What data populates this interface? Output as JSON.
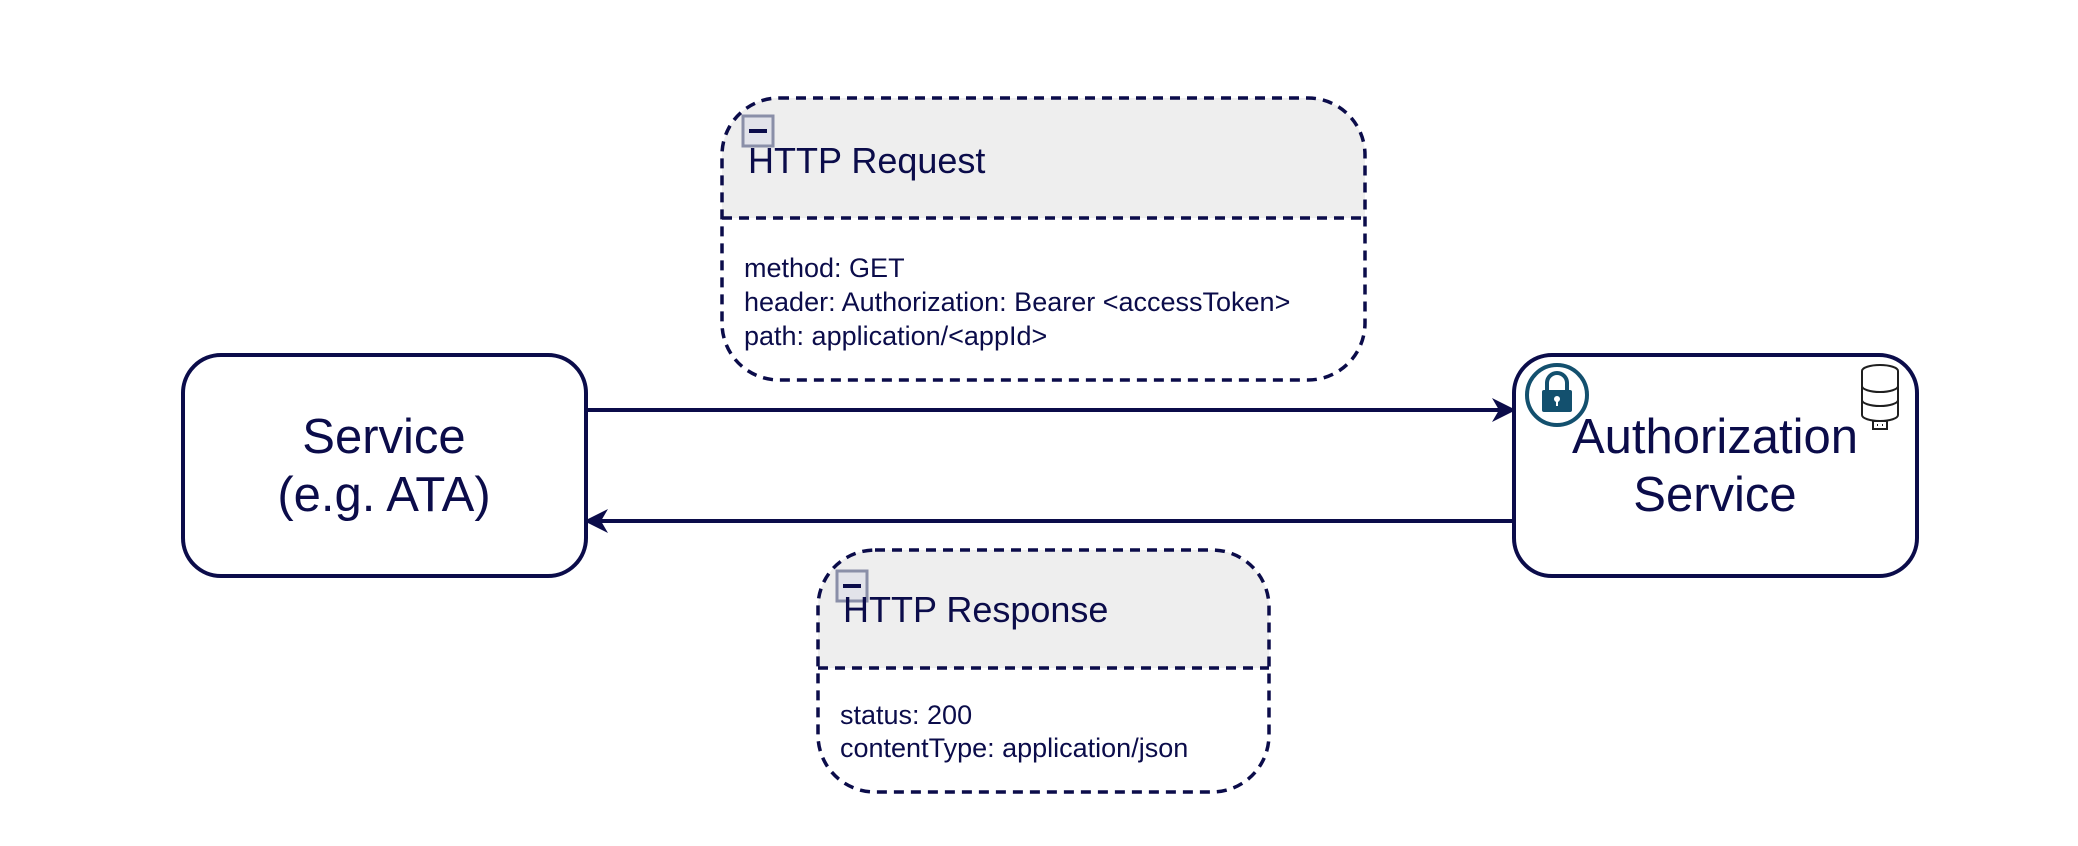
{
  "colors": {
    "stroke": "#0b0c4a",
    "card_header_fill": "#eeeeee",
    "collapse_button_border": "#8a8fa8",
    "collapse_button_fill": "#e2e3ea",
    "lock_icon": "#13506e",
    "page_background": "#ffffff"
  },
  "nodes": {
    "service": {
      "label_line1": "Service",
      "label_line2": "(e.g. ATA)"
    },
    "authorization_service": {
      "label_line1": "Authorization",
      "label_line2": "Service",
      "icons": [
        "lock-icon",
        "database-icon"
      ]
    }
  },
  "edges": [
    {
      "from": "service",
      "to": "authorization_service",
      "label_ref": "request_card"
    },
    {
      "from": "authorization_service",
      "to": "service",
      "label_ref": "response_card"
    }
  ],
  "request_card": {
    "title": "HTTP Request",
    "collapse_icon": "minus-icon",
    "lines": [
      "method: GET",
      "header: Authorization: Bearer <accessToken>",
      "path: application/<appId>"
    ]
  },
  "response_card": {
    "title": "HTTP Response",
    "collapse_icon": "minus-icon",
    "lines": [
      "status: 200",
      "contentType: application/json"
    ]
  }
}
